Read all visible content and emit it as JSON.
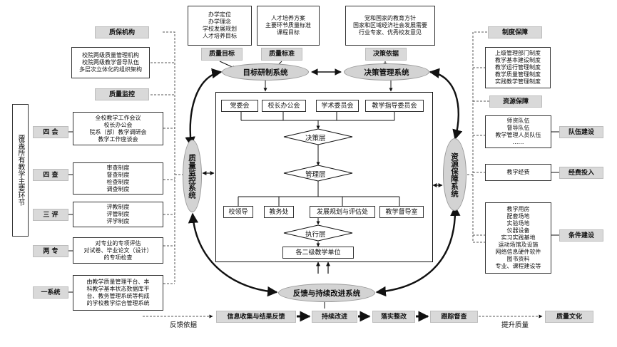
{
  "top": {
    "goal_box": [
      "办学定位",
      "办学理念",
      "学校发展规划",
      "人才培养目标"
    ],
    "standard_box": [
      "人才培养方案",
      "主要环节质量标准",
      "课程目标"
    ],
    "decision_box": [
      "党和国家的教育方针",
      "国家和区域经济社会发展需要",
      "行业专家、优秀校友意见"
    ],
    "goal_label": "质量目标",
    "standard_label": "质量标准",
    "decision_label": "决策依据"
  },
  "ovals": {
    "target": "目标研制系统",
    "decision": "决策管理系统",
    "monitor": "质量监控系统",
    "resource": "资源保障系统",
    "feedback": "反馈与持续改进系统"
  },
  "left": {
    "org_label": "质保机构",
    "org_box": [
      "校院两级质量管理机构",
      "校院两级教学督导队伍",
      "多层次立体化的组织架构"
    ],
    "monitor_label": "质量监控",
    "vertical_text": "覆盖所有教学主要环节",
    "rows": [
      {
        "label": "四 会",
        "lines": [
          "全校教学工作会议",
          "校长办公会",
          "院系（部）教学调研会",
          "教学工作座谈会"
        ]
      },
      {
        "label": "四 查",
        "lines": [
          "审查制度",
          "督查制度",
          "检查制度",
          "调查制度"
        ]
      },
      {
        "label": "三 评",
        "lines": [
          "评教制度",
          "评管制度",
          "评学制度"
        ]
      },
      {
        "label": "两 专",
        "lines": [
          "对专业的专项评估",
          "对试卷、毕业论文（设计）",
          "的专项检查"
        ]
      },
      {
        "label": "一系统",
        "lines": [
          "由教学质量管理平台、本",
          "科教学基本状态数据库平",
          "台、教务管理系统等构成",
          "的学校教学综合管理系统"
        ]
      }
    ]
  },
  "center": {
    "top_units": [
      "党委会",
      "校长办公会",
      "学术委员会",
      "教学指导委员会"
    ],
    "layers": [
      "决策层",
      "管理层",
      "执行层"
    ],
    "mid_units": [
      "校领导",
      "教务处",
      "发展规划与评估处",
      "教学督导室"
    ],
    "bottom_unit": "各二级教学单位"
  },
  "right": {
    "system_label": "制度保障",
    "system_box": [
      "上级管理部门制度",
      "教学基本建设制度",
      "教学运行管理制度",
      "教学质量管理制度",
      "实践教学管理制度"
    ],
    "resource_label": "资源保障",
    "team_box": [
      "师资队伍",
      "督导队伍",
      "教学管理人员队伍",
      "……"
    ],
    "team_label": "队伍建设",
    "fund_box": [
      "教学经费"
    ],
    "fund_label": "经费投入",
    "cond_box": [
      "教学用房",
      "配套场地",
      "实验场地",
      "仪器设备",
      "实习实践基地",
      "运动场馆及设施",
      "网络信息硬件软件",
      "图书资料",
      "专业、课程建设等"
    ],
    "cond_label": "条件建设"
  },
  "bottom": {
    "flow": [
      "信息收集与结果反馈",
      "持续改进",
      "落实整改",
      "跟踪督查",
      "质量文化"
    ],
    "left_text": "反馈依据",
    "right_text": "提升质量"
  }
}
